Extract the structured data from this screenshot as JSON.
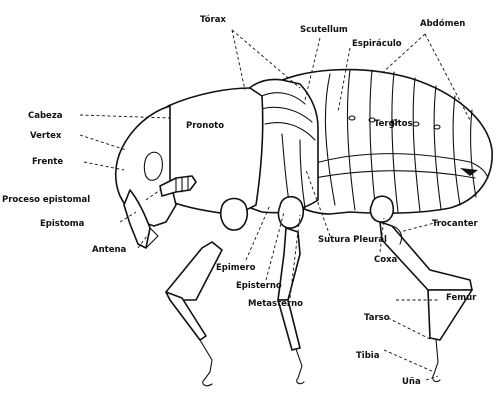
{
  "labels": {
    "torax": "Tórax",
    "scutellum": "Scutellum",
    "abdomen": "Abdómen",
    "espiraculo": "Espiráculo",
    "cabeza": "Cabeza",
    "pronoto": "Pronoto",
    "tergitos": "Tergitos",
    "vertex": "Vertex",
    "frente": "Frente",
    "proceso_epistomal": "Proceso epistomal",
    "epistoma": "Epistoma",
    "antena": "Antena",
    "epimero": "Epimero",
    "episterno": "Episterno",
    "metasterno": "Metasterno",
    "sutura_pleural": "Sutura Pleural",
    "coxa": "Coxa",
    "trocanter": "Trocanter",
    "femur": "Femur",
    "tarso": "Tarso",
    "tibia": "Tibia",
    "una": "Uña"
  }
}
